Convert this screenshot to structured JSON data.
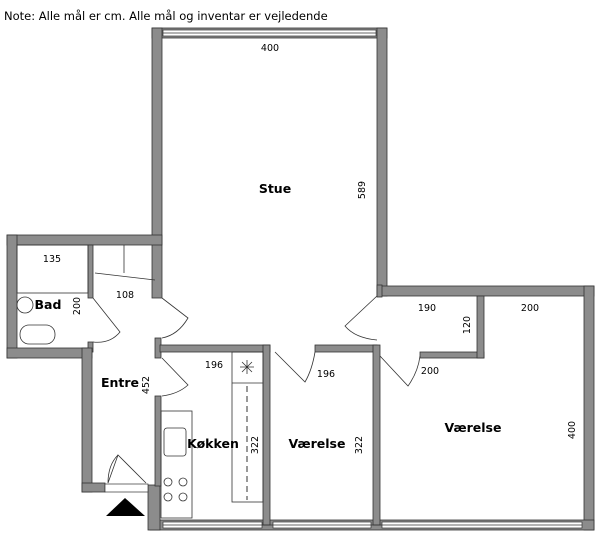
{
  "note": "Note: Alle mål er cm. Alle mål og inventar er vejledende",
  "rooms": {
    "stue": {
      "label": "Stue",
      "width": "400",
      "depth": "589"
    },
    "bad": {
      "label": "Bad",
      "width": "135",
      "depth": "200"
    },
    "entre": {
      "label": "Entre",
      "width": "108",
      "depth": "452"
    },
    "kokken": {
      "label": "Køkken",
      "width": "196",
      "depth": "322"
    },
    "vaerelse1": {
      "label": "Værelse",
      "width": "196",
      "depth": "322"
    },
    "hall": {
      "width": "190",
      "depth": "120"
    },
    "vaerelse2": {
      "label": "Værelse",
      "width": "200",
      "width2": "200",
      "depth": "400"
    }
  },
  "colors": {
    "wall": "#8c8c8c",
    "outline": "#333333"
  }
}
